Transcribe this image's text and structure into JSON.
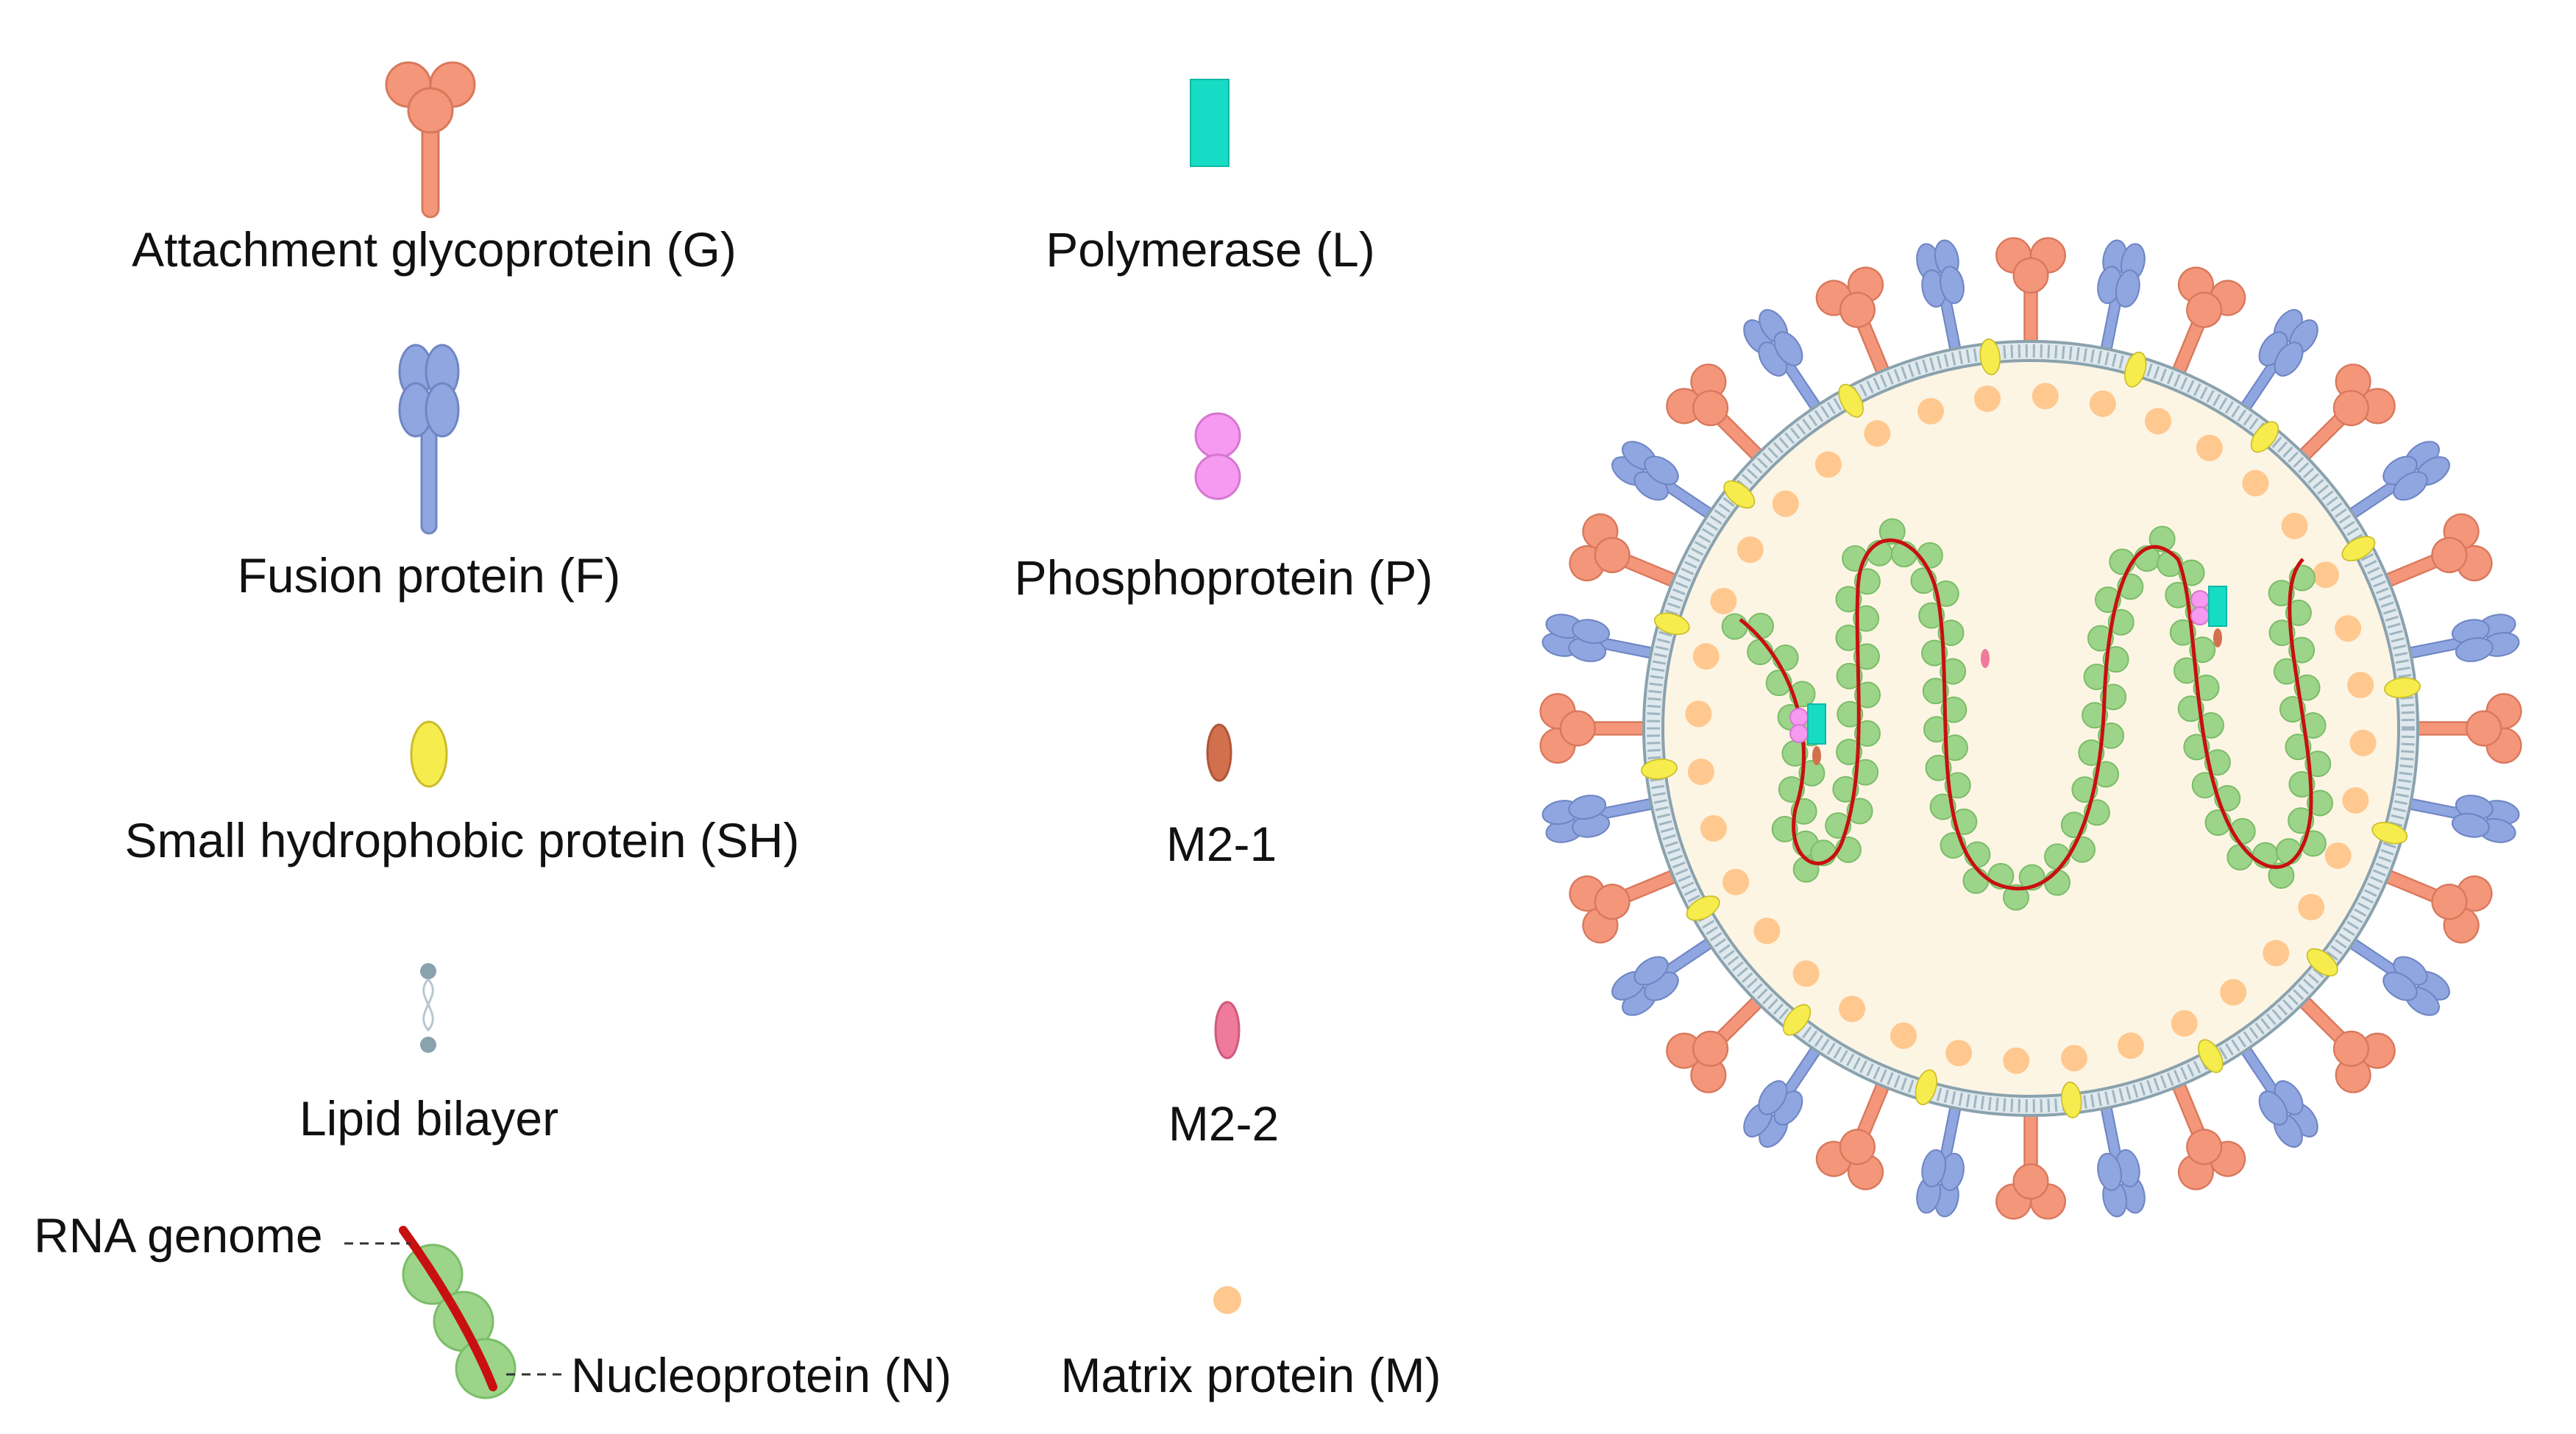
{
  "legend": {
    "left": [
      {
        "key": "G",
        "label": "Attachment glycoprotein (G)",
        "icon": "attachment-glycoprotein-icon"
      },
      {
        "key": "F",
        "label": "Fusion protein (F)",
        "icon": "fusion-protein-icon"
      },
      {
        "key": "SH",
        "label": "Small hydrophobic protein (SH)",
        "icon": "small-hydrophobic-protein-icon"
      },
      {
        "key": "lip",
        "label": "Lipid bilayer",
        "icon": "lipid-bilayer-icon"
      },
      {
        "key": "rna",
        "label": "RNA genome",
        "icon": "rna-genome-icon"
      },
      {
        "key": "N",
        "label": "Nucleoprotein (N)",
        "icon": "nucleoprotein-icon"
      }
    ],
    "right": [
      {
        "key": "L",
        "label": "Polymerase (L)",
        "icon": "polymerase-icon"
      },
      {
        "key": "P",
        "label": "Phosphoprotein (P)",
        "icon": "phosphoprotein-icon"
      },
      {
        "key": "M21",
        "label": "M2-1",
        "icon": "m2-1-icon"
      },
      {
        "key": "M22",
        "label": "M2-2",
        "icon": "m2-2-icon"
      },
      {
        "key": "M",
        "label": "Matrix protein (M)",
        "icon": "matrix-protein-icon"
      }
    ]
  },
  "colors": {
    "G": "#f4967a",
    "G_stroke": "#d9785c",
    "F": "#8fa6e0",
    "F_stroke": "#6f86c4",
    "SH": "#f7ec4e",
    "SH_stroke": "#c9bd2a",
    "lipid": "#8aa2ad",
    "lipid_fill": "#dfe9ee",
    "rna": "#c81010",
    "N": "#9cd48a",
    "N_stroke": "#7bbd69",
    "L": "#16dcc5",
    "P": "#f59af0",
    "M21": "#d2704e",
    "M22": "#f07a9c",
    "M": "#ffc88f",
    "interior": "#fdf5e4"
  }
}
